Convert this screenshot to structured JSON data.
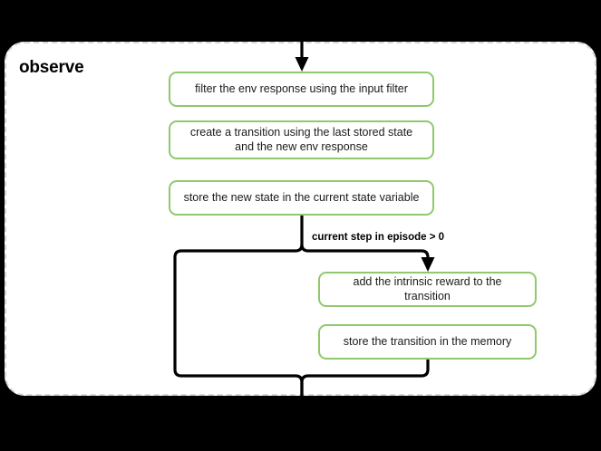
{
  "diagram": {
    "type": "flowchart",
    "title": "observe",
    "background_color": "#000000",
    "group": {
      "label": "observe",
      "border_style": "dashed",
      "border_color": "#d6d6d6",
      "fill_color": "#ffffff"
    },
    "node_style": {
      "border_color": "#8fc96c",
      "fill_color": "#ffffff",
      "text_color": "#1a1a1a"
    },
    "nodes": [
      {
        "id": "filter",
        "label": "filter the env response using the input filter"
      },
      {
        "id": "create",
        "label": "create a transition using the last stored state and the new env response"
      },
      {
        "id": "store_state",
        "label": "store the new state in the current state variable"
      },
      {
        "id": "intrinsic",
        "label": "add the intrinsic reward to the transition"
      },
      {
        "id": "store_trans",
        "label": "store the transition in the memory"
      }
    ],
    "edges": [
      {
        "from": "entry",
        "to": "filter",
        "label": ""
      },
      {
        "from": "store_state",
        "to": "intrinsic",
        "label": "current step in episode > 0"
      },
      {
        "from": "store_state",
        "to": "exit",
        "label": ""
      },
      {
        "from": "store_trans",
        "to": "exit",
        "label": ""
      }
    ],
    "edge_labels": {
      "condition": "current step in episode > 0"
    },
    "icons": {
      "entry_arrow": "arrow-down-icon",
      "branch_arrow": "arrow-down-icon"
    }
  }
}
